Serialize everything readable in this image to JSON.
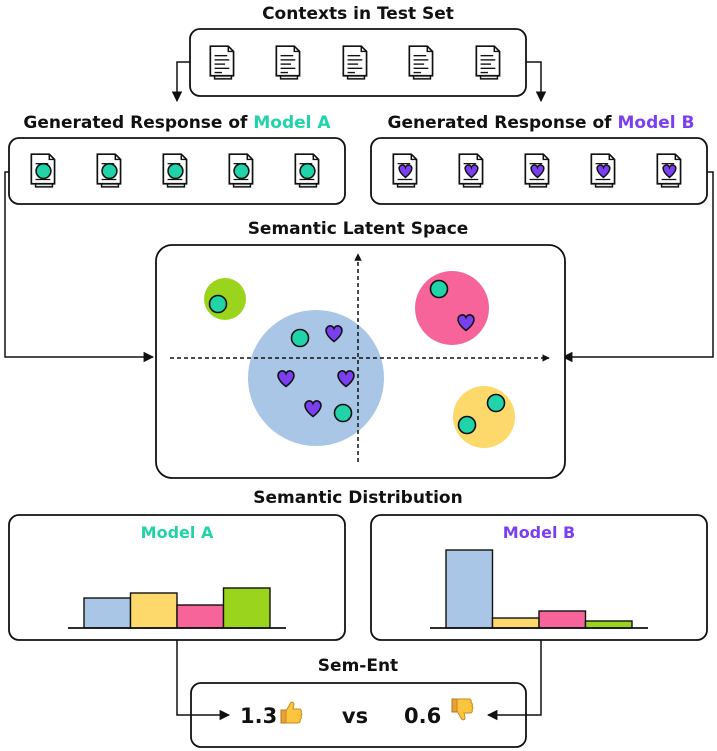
{
  "titles": {
    "contexts": "Contexts in Test Set",
    "gen_prefix": "Generated Response of ",
    "model_a": "Model A",
    "model_b": "Model B",
    "latent": "Semantic Latent Space",
    "distribution": "Semantic Distribution",
    "sement": "Sem-Ent",
    "vs": "vs"
  },
  "colors": {
    "model_a": "#20d3a8",
    "model_b": "#7b3ff2",
    "blue": "#a9c6e6",
    "yellow": "#fdd96b",
    "pink": "#f7649a",
    "green": "#9bd41d"
  },
  "icons": {
    "context_doc": "document-icon",
    "model_a_doc": "document-circle-icon",
    "model_b_doc": "document-heart-icon",
    "thumbs_up": "thumbs-up-icon",
    "thumbs_down": "thumbs-down-icon"
  },
  "scores": {
    "model_a": "1.3",
    "model_b": "0.6"
  },
  "chart_data": [
    {
      "type": "bar",
      "title": "Model A",
      "categories": [
        "blue",
        "yellow",
        "pink",
        "green"
      ],
      "values": [
        0.3,
        0.35,
        0.23,
        0.4
      ]
    },
    {
      "type": "bar",
      "title": "Model B",
      "categories": [
        "blue",
        "yellow",
        "pink",
        "green"
      ],
      "values": [
        0.78,
        0.1,
        0.17,
        0.07
      ]
    }
  ]
}
